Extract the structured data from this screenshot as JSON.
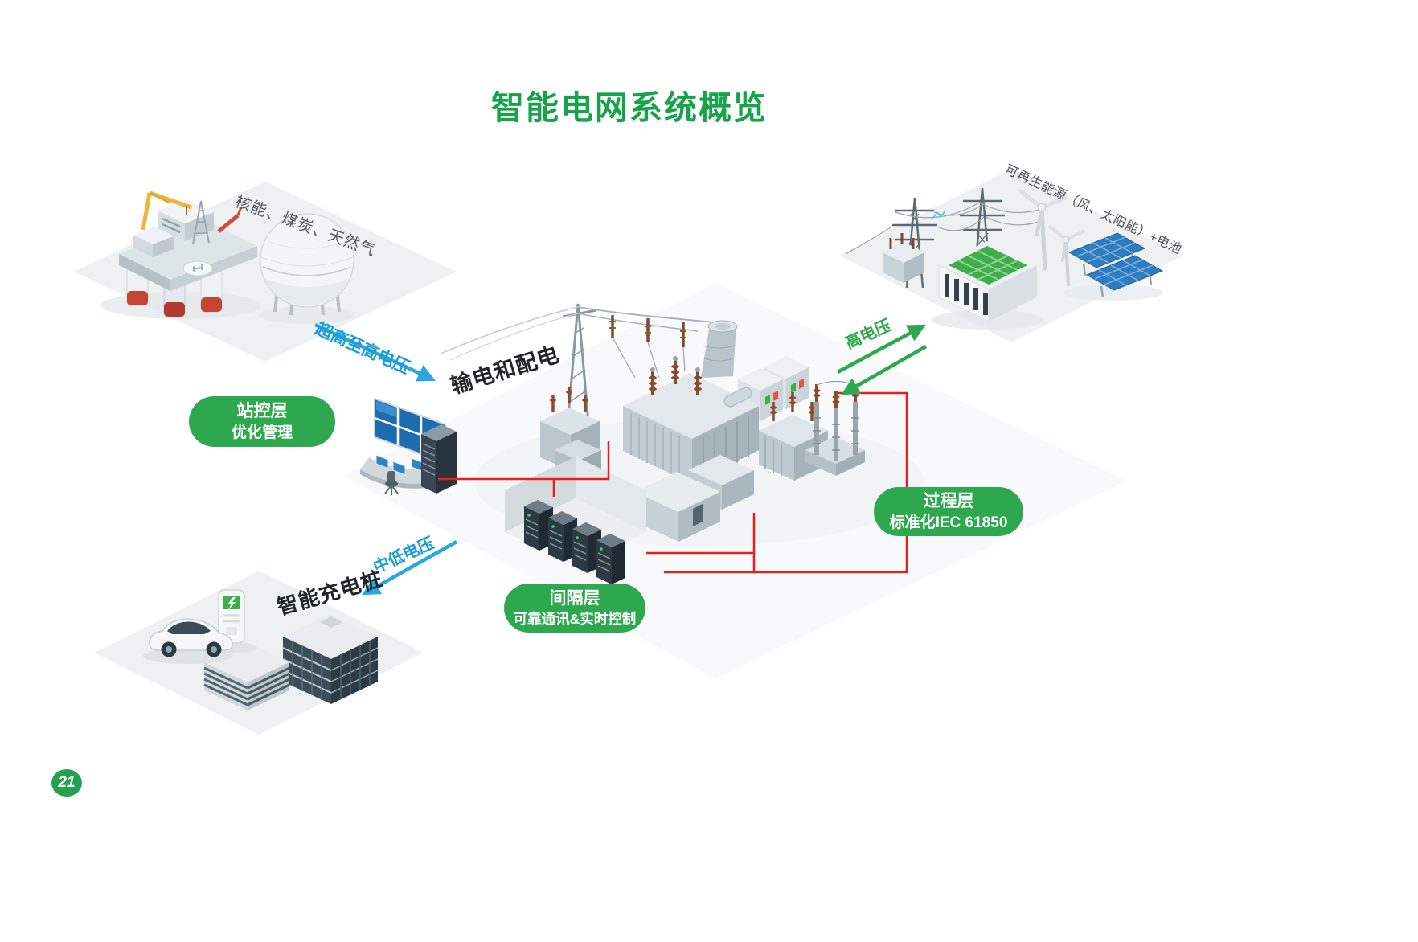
{
  "slide": {
    "title": "智能电网系统概览",
    "page_number": "21"
  },
  "labels": {
    "fossil": "核能、煤炭、天然气",
    "renewable": "可再生能源（风、太阳能）+电池",
    "uhv_arrow": "超高至高电压",
    "transmission": "输电和配电",
    "hv_arrow": "高电压",
    "mlv_arrow": "中低电压",
    "ev_charging": "智能充电桩"
  },
  "badges": {
    "station": {
      "line1": "站控层",
      "line2": "优化管理"
    },
    "process": {
      "line1": "过程层",
      "line2": "标准化IEC 61850"
    },
    "bay": {
      "line1": "间隔层",
      "line2": "可靠通讯&实时控制"
    }
  },
  "illustrations": {
    "fossil_cluster": [
      "oil-platform",
      "gas-storage-sphere"
    ],
    "renewable_cluster": [
      "transmission-towers",
      "battery-storage",
      "wind-turbines",
      "solar-panels"
    ],
    "center_cluster": [
      "gantry-tower",
      "main-transformer",
      "secondary-transformer",
      "disconnector-columns",
      "substation-buildings",
      "server-room",
      "control-room"
    ],
    "consumer_cluster": [
      "ev-car",
      "ev-charging-station",
      "office-buildings"
    ]
  },
  "colors": {
    "title_green": "#17A34A",
    "badge_green": "#2EA84E",
    "arrow_blue": "#29A8E0",
    "arrow_green": "#2FA84F",
    "cable_red": "#E32119",
    "label_blue": "#1B9CD8",
    "text_dark": "#1F262B",
    "text_gray": "#53585C"
  }
}
